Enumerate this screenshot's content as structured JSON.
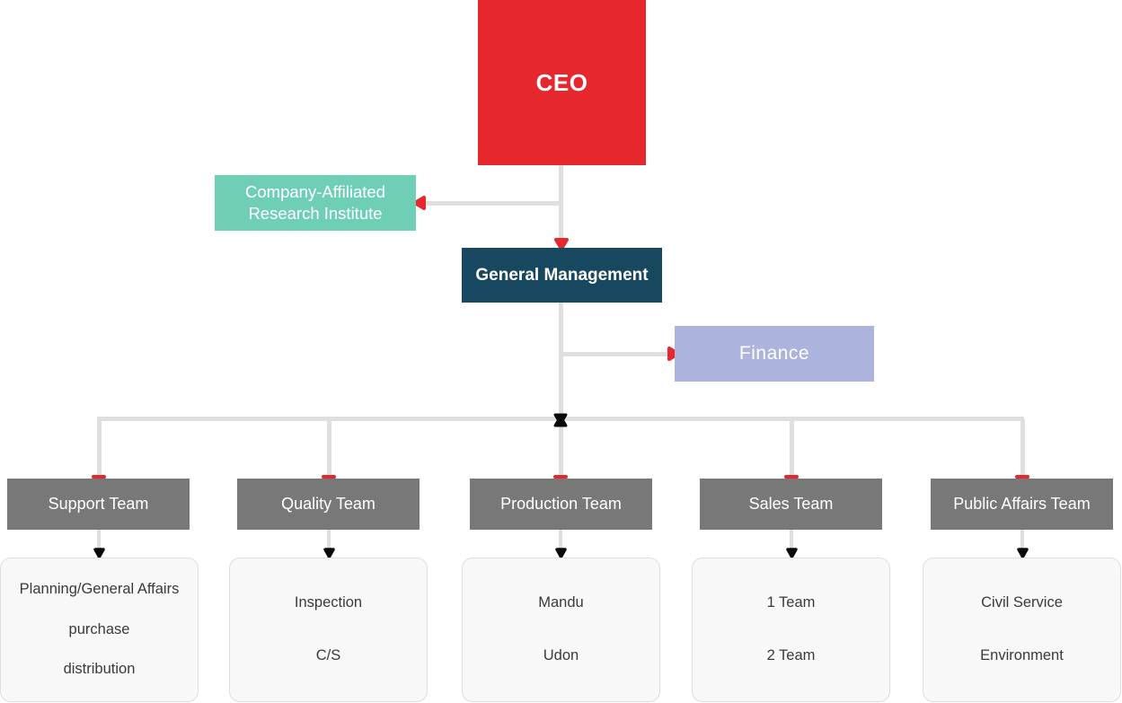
{
  "org_chart": {
    "ceo": {
      "label": "CEO"
    },
    "research_institute": {
      "line1": "Company-Affiliated",
      "line2": "Research Institute"
    },
    "general_management": {
      "label": "General Management"
    },
    "finance": {
      "label": "Finance"
    },
    "teams": [
      {
        "label": "Support Team",
        "members": [
          "Planning/General Affairs",
          "purchase",
          "distribution"
        ]
      },
      {
        "label": "Quality Team",
        "members": [
          "Inspection",
          "C/S"
        ]
      },
      {
        "label": "Production Team",
        "members": [
          "Mandu",
          "Udon"
        ]
      },
      {
        "label": "Sales Team",
        "members": [
          "1 Team",
          "2 Team"
        ]
      },
      {
        "label": "Public Affairs Team",
        "members": [
          "Civil Service",
          "Environment"
        ]
      }
    ],
    "colors": {
      "ceo_bg": "#E6272E",
      "research_bg": "#6FCFB4",
      "general_management_bg": "#17485F",
      "finance_bg": "#ACB3DD",
      "team_bg": "#787878",
      "connector": "#DFDFDF",
      "arrow_red": "#E6272E",
      "arrow_black": "#0A0A0A",
      "list_bg": "#F8F8F8",
      "list_text": "#3A3A3A"
    }
  }
}
